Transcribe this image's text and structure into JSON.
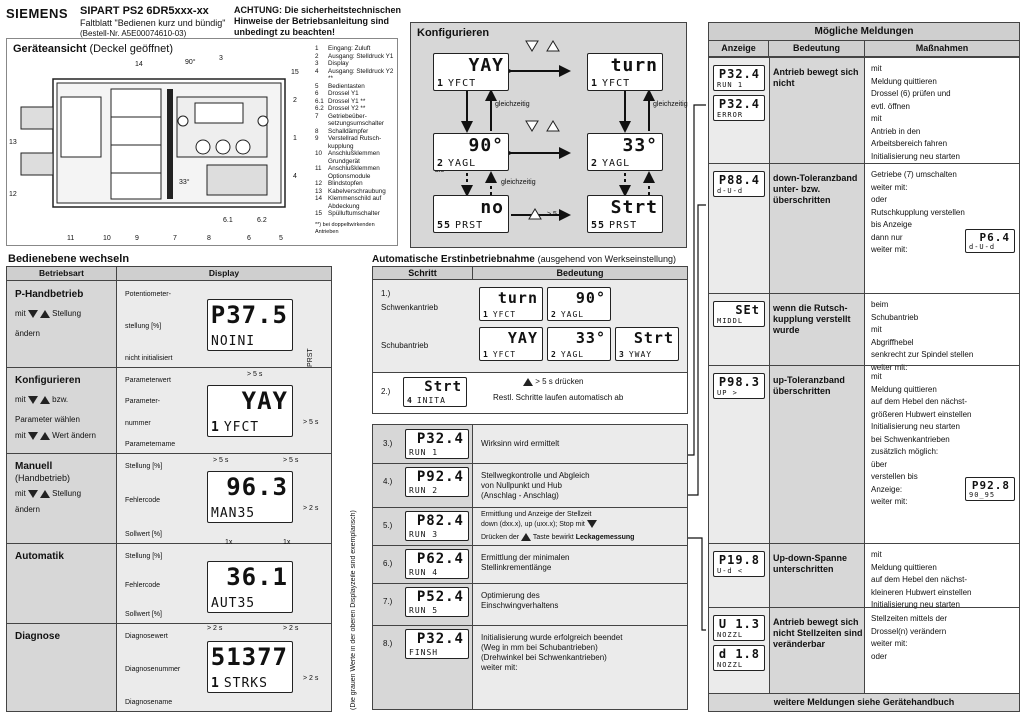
{
  "header": {
    "brand": "SIEMENS",
    "product": "SIPART PS2  6DR5xxx-xx",
    "subtitle": "Faltblatt \"Bedienen kurz und bündig\"",
    "order_no": "(Bestell-Nr. A5E00074610-03)",
    "warning": "ACHTUNG: Die sicherheitstechnischen Hinweise der Betriebsanleitung sind unbedingt zu beachten!"
  },
  "device": {
    "title": "Geräteansicht",
    "title_suffix": "(Deckel geöffnet)",
    "callouts": [
      "14",
      "90°",
      "3",
      "15",
      "2",
      "1",
      "4",
      "13",
      "12",
      "11",
      "10",
      "9",
      "7",
      "8",
      "6",
      "6.1",
      "6.2",
      "5",
      "33°"
    ],
    "legend": [
      [
        "1",
        "Eingang: Zuluft"
      ],
      [
        "2",
        "Ausgang: Stelldruck Y1"
      ],
      [
        "3",
        "Display"
      ],
      [
        "4",
        "Ausgang: Stelldruck Y2 **"
      ],
      [
        "5",
        "Bedientasten"
      ],
      [
        "6",
        "Drossel Y1"
      ],
      [
        "6.1",
        "Drossel Y1 **"
      ],
      [
        "6.2",
        "Drossel Y2 **"
      ],
      [
        "7",
        "Getriebeüber-setzungsumschalter"
      ],
      [
        "8",
        "Schalldämpfer"
      ],
      [
        "9",
        "Verstellrad Rutsch-kupplung"
      ],
      [
        "10",
        "Anschlußklemmen Grundgerät"
      ],
      [
        "11",
        "Anschlußklemmen Optionsmodule"
      ],
      [
        "12",
        "Blindstopfen"
      ],
      [
        "13",
        "Kabelverschraubung"
      ],
      [
        "14",
        "Klemmenschild auf Abdeckung"
      ],
      [
        "15",
        "Spülluftumschalter"
      ]
    ],
    "footnote": "**) bei doppeltwirkenden Antrieben"
  },
  "bedien": {
    "title": "Bedienebene wechseln",
    "col1": "Betriebsart",
    "col2": "Display",
    "modes": [
      {
        "name": "P-Handbetrieb",
        "desc1": "mit",
        "desc2": "Stellung",
        "desc3": "ändern",
        "labels": [
          "Potentiometer-",
          "stellung [%]",
          "nicht initialisiert"
        ],
        "top": "P37.5",
        "bot_n": "",
        "bot": "NOINI",
        "side": ""
      },
      {
        "name": "Konfigurieren",
        "desc1": "mit",
        "desc2": "bzw.",
        "desc3": "Parameter wählen",
        "desc4": "mit",
        "desc5": "Wert ändern",
        "labels": [
          "Parameterwert",
          "Parameter-",
          "nummer",
          "Parametername"
        ],
        "top": "YAY",
        "bot_n": "1",
        "bot": "YFCT",
        "side": "> 5 s"
      },
      {
        "name": "Manuell",
        "sub": "(Handbetrieb)",
        "desc1": "mit",
        "desc2": "Stellung",
        "desc3": "ändern",
        "labels": [
          "Stellung [%]",
          "Fehlercode",
          "Sollwert [%]"
        ],
        "top": "96.3",
        "bot_n": "",
        "bot": "MAN35",
        "side": "> 2 s"
      },
      {
        "name": "Automatik",
        "labels": [
          "Stellung [%]",
          "Fehlercode",
          "Sollwert [%]"
        ],
        "top": "36.1",
        "bot_n": "",
        "bot": "AUT35",
        "side": ""
      },
      {
        "name": "Diagnose",
        "labels": [
          "Diagnosewert",
          "Diagnosenummer",
          "Diagnosename"
        ],
        "top": "51377",
        "bot_n": "1",
        "bot": "STRKS",
        "side": "> 2 s"
      }
    ],
    "transitions": [
      "> 5 s",
      "> 5 s",
      "> 5 s",
      "1x",
      "1x",
      "> 2 s",
      "> 2 s",
      "PRST"
    ]
  },
  "konfig": {
    "title": "Konfigurieren",
    "displays": [
      {
        "top": "YAY",
        "n": "1",
        "bot": "YFCT"
      },
      {
        "top": "turn",
        "n": "1",
        "bot": "YFCT"
      },
      {
        "top": "90°",
        "n": "2",
        "bot": "YAGL"
      },
      {
        "top": "33°",
        "n": "2",
        "bot": "YAGL"
      },
      {
        "top": "no",
        "n": "55",
        "bot": "PRST"
      },
      {
        "top": "Strt",
        "n": "55",
        "bot": "PRST"
      }
    ],
    "labels": [
      "gleichzeitig",
      "gleichzeitig",
      "gleichzeitig",
      "bis",
      "> 5 s"
    ]
  },
  "auto": {
    "title": "Automatische Erstinbetriebnahme",
    "title_suffix": "(ausgehend von Werkseinstellung)",
    "col1": "Schritt",
    "col2": "Bedeutung",
    "step1": {
      "num": "1.)",
      "a": "Schwenkantrieb",
      "b": "Schubantrieb",
      "d1": [
        {
          "top": "turn",
          "n": "1",
          "bot": "YFCT"
        },
        {
          "top": "90°",
          "n": "2",
          "bot": "YAGL"
        }
      ],
      "d2": [
        {
          "top": "YAY",
          "n": "1",
          "bot": "YFCT"
        },
        {
          "top": "33°",
          "n": "2",
          "bot": "YAGL"
        },
        {
          "top": "Strt",
          "n": "3",
          "bot": "YWAY"
        }
      ]
    },
    "step2": {
      "num": "2.)",
      "top": "Strt",
      "n": "4",
      "bot": "INITA",
      "t1": "> 5 s drücken",
      "t2": "Restl. Schritte laufen automatisch ab"
    },
    "side_text": "(Die grauen Werte in der oberen Displayzeile sind exemplarisch)",
    "steps": [
      {
        "num": "3.)",
        "top": "P32.4",
        "bot": "RUN 1",
        "text": [
          "Wirksinn wird ermittelt"
        ]
      },
      {
        "num": "4.)",
        "top": "P92.4",
        "bot": "RUN 2",
        "text": [
          "Stellwegkontrolle und Abgleich",
          "von Nullpunkt und Hub",
          "(Anschlag - Anschlag)"
        ]
      },
      {
        "num": "5.)",
        "top": "P82.4",
        "bot": "RUN 3",
        "text": [
          "Ermittlung und Anzeige der Stellzeit",
          "down (dxx.x),  up (uxx.x);          Stop mit",
          "Drücken der",
          "Taste bewirkt",
          "Leckagemessung"
        ]
      },
      {
        "num": "6.)",
        "top": "P62.4",
        "bot": "RUN 4",
        "text": [
          "Ermittlung der minimalen",
          "Stellinkrementlänge"
        ]
      },
      {
        "num": "7.)",
        "top": "P52.4",
        "bot": "RUN 5",
        "text": [
          "Optimierung des",
          "Einschwingverhaltens"
        ]
      },
      {
        "num": "8.)",
        "top": "P32.4",
        "bot": "FINSH",
        "text": [
          "Initialisierung wurde erfolgreich beendet",
          "(Weg in mm bei Schubantrieben)",
          "(Drehwinkel bei Schwenkantrieben)",
          "weiter mit:"
        ]
      }
    ]
  },
  "meld": {
    "title": "Mögliche Meldungen",
    "col1": "Anzeige",
    "col2": "Bedeutung",
    "col3": "Maßnahmen",
    "rows": [
      {
        "displays": [
          {
            "top": "P32.4",
            "bot": "RUN 1"
          },
          {
            "top": "P32.4",
            "bot": "ERROR"
          }
        ],
        "meaning": "Antrieb bewegt sich nicht",
        "measures": [
          "mit",
          "Meldung quittieren",
          "Drossel (6) prüfen und",
          "evtl. öffnen",
          "mit",
          "Antrieb in den",
          "Arbeitsbereich fahren",
          "Initialisierung neu starten"
        ]
      },
      {
        "displays": [
          {
            "top": "P88.4",
            "bot": "d-U-d"
          }
        ],
        "meaning": "down-Toleranzband unter- bzw. überschritten",
        "measures": [
          "Getriebe (7) umschalten",
          "weiter mit:",
          "oder",
          "Rutschkupplung verstellen",
          "bis Anzeige",
          "dann nur",
          "weiter mit:"
        ],
        "inner": {
          "top": "P6.4",
          "bot": "d-U-d"
        }
      },
      {
        "displays": [
          {
            "top": "SEt",
            "bot": "MIDDL"
          }
        ],
        "meaning": "wenn die Rutsch-kupplung verstellt wurde",
        "measures": [
          "beim",
          "Schubantrieb",
          "mit",
          "Abgriffhebel",
          "senkrecht zur Spindel stellen",
          "weiter mit:"
        ]
      },
      {
        "displays": [
          {
            "top": "P98.3",
            "bot": "UP >"
          }
        ],
        "meaning": "up-Toleranzband überschritten",
        "measures": [
          "mit",
          "Meldung quittieren",
          "auf dem Hebel den nächst-",
          "größeren Hubwert einstellen",
          "Initialisierung neu starten",
          "bei Schwenkantrieben",
          "zusätzlich möglich:",
          "über",
          "verstellen bis",
          "Anzeige:",
          "weiter mit:"
        ],
        "inner": {
          "top": "P92.8",
          "bot": "90_95"
        }
      },
      {
        "displays": [
          {
            "top": "P19.8",
            "bot": "U-d <"
          }
        ],
        "meaning": "Up-down-Spanne unterschritten",
        "measures": [
          "mit",
          "Meldung quittieren",
          "auf dem Hebel den nächst-",
          "kleineren Hubwert einstellen",
          "Initialisierung neu starten"
        ]
      },
      {
        "displays": [
          {
            "top": "U  1.3",
            "bot": "NOZZL"
          },
          {
            "top": "d  1.8",
            "bot": "NOZZL"
          }
        ],
        "meaning": "Antrieb bewegt sich nicht Stellzeiten sind veränderbar",
        "measures": [
          "Stellzeiten mittels der",
          "Drossel(n) verändern",
          "weiter mit:",
          "oder"
        ]
      }
    ],
    "footer": "weitere Meldungen siehe Gerätehandbuch"
  }
}
